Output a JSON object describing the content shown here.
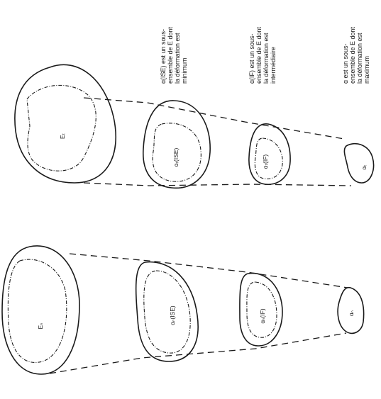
{
  "colors": {
    "ink": "#1a1a1a",
    "paper": "#ffffff"
  },
  "shape_labels": {
    "et": "Eₜ",
    "en": "Eₙ",
    "a_t_ise": "ɑₜ(ISE)",
    "a_t_if": "ɑₜ(IF)",
    "a_t": "ɑₜ",
    "a_n_ise": "ɑₙ(ISE)",
    "a_n_if": "ɑₙ(IF)",
    "a_n": "ɑₙ"
  },
  "captions": [
    {
      "lines": [
        "ɑ(ISE) est un sous-",
        "ensemble de E dont",
        "la déformation est",
        "minimum"
      ]
    },
    {
      "lines": [
        "ɑ(IF) est un sous-",
        "ensemble de E dont",
        "la déformation est",
        "intermédiaire"
      ]
    },
    {
      "lines": [
        "ɑ est un sous-",
        "ensemble de E dont",
        "la déformation est",
        "maximum"
      ]
    }
  ]
}
